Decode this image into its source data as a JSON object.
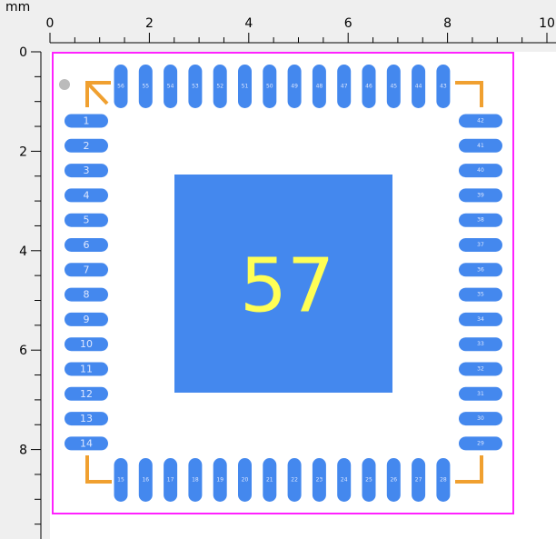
{
  "ruler": {
    "unit": "mm",
    "x_ticks": [
      "0",
      "2",
      "4",
      "6",
      "8",
      "10"
    ],
    "y_ticks": [
      "0",
      "2",
      "4",
      "6",
      "8"
    ]
  },
  "footprint": {
    "center_pad_number": "57",
    "pin_numbers": {
      "left": [
        "1",
        "2",
        "3",
        "4",
        "5",
        "6",
        "7",
        "8",
        "9",
        "10",
        "11",
        "12",
        "13",
        "14"
      ],
      "bottom": [
        "15",
        "16",
        "17",
        "18",
        "19",
        "20",
        "21",
        "22",
        "23",
        "24",
        "25",
        "26",
        "27",
        "28"
      ],
      "right": [
        "42",
        "41",
        "40",
        "39",
        "38",
        "37",
        "36",
        "35",
        "34",
        "33",
        "32",
        "31",
        "30",
        "29"
      ],
      "top": [
        "56",
        "55",
        "54",
        "53",
        "52",
        "51",
        "50",
        "49",
        "48",
        "47",
        "46",
        "45",
        "44",
        "43"
      ]
    },
    "colors": {
      "pad": "#4488ee",
      "silkscreen": "#f0a030",
      "courtyard": "#ff22ff",
      "center_text": "#ffff55",
      "pin1_marker": "#bbbbbb"
    }
  }
}
